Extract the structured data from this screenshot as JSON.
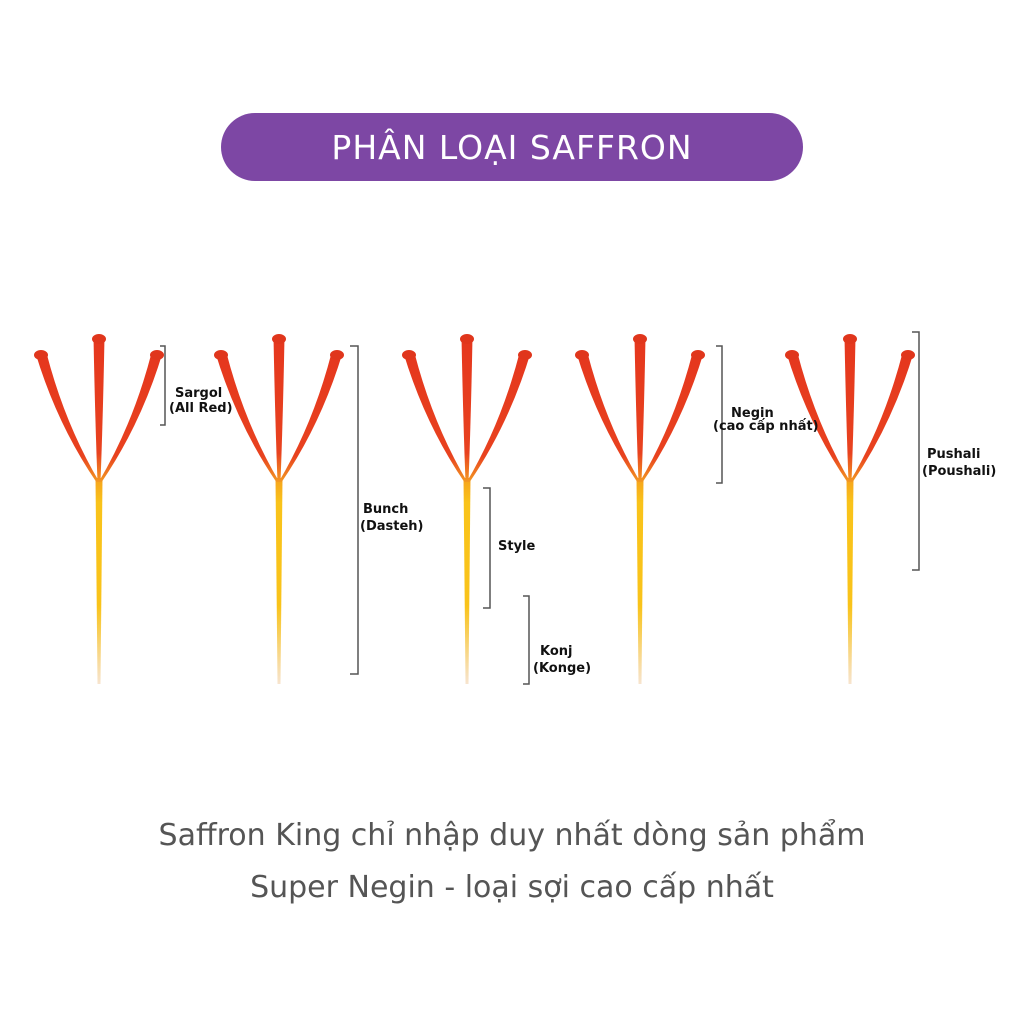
{
  "title": "PHÂN LOẠI SAFFRON",
  "caption": {
    "line1": "Saffron King chỉ nhập duy nhất dòng sản phẩm",
    "line2": "Super Negin - loại sợi cao cấp nhất"
  },
  "colors": {
    "title_bg": "#7d47a4",
    "stigma_red": "#e23a1e",
    "style_yellow": "#f7c21c",
    "style_pale": "#f6dcc0",
    "bracket": "#555555"
  },
  "labels": {
    "sargol": {
      "line1": "Sargol",
      "line2": "(All Red)"
    },
    "bunch": {
      "line1": "Bunch",
      "line2": "(Dasteh)"
    },
    "style": {
      "line1": "Style"
    },
    "konj": {
      "line1": "Konj",
      "line2": "(Konge)"
    },
    "negin": {
      "line1": "Negin",
      "line2": "(cao cấp nhất)"
    },
    "pushali": {
      "line1": "Pushali",
      "line2": "(Poushali)"
    }
  }
}
